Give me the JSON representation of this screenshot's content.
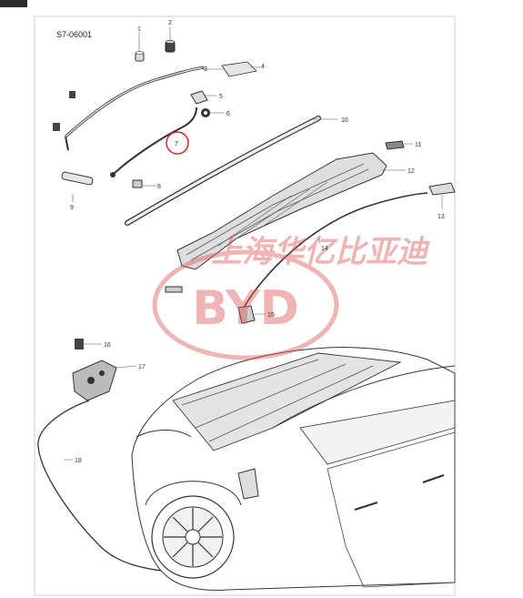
{
  "diagram": {
    "code": "S7-06001",
    "callouts": [
      "1",
      "2",
      "3",
      "4",
      "5",
      "6",
      "7",
      "8",
      "9",
      "10",
      "11",
      "12",
      "13",
      "14",
      "15",
      "16",
      "17",
      "18"
    ],
    "highlighted_callout": "7"
  },
  "watermark": {
    "text": "上海华亿比亚迪",
    "logo": "BYD",
    "color": "#e05a5a"
  },
  "colors": {
    "line": "#3a3a3a",
    "part_fill": "#e6e6e6",
    "highlight": "#e02020",
    "frame": "#cfcfcf"
  }
}
